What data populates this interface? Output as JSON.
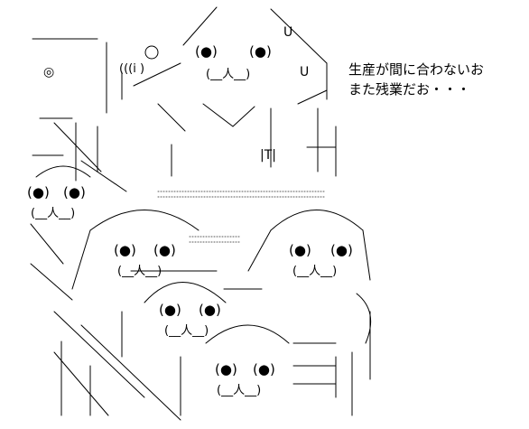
{
  "caption": {
    "line1": "生産が間に合わないお",
    "line2": "また残業だお・・・"
  },
  "art": {
    "eye_text": "(●)",
    "mark_circle": "◎",
    "hair_text": "(((i )",
    "mouth_text": "(__人__)",
    "sign_text": "|T|",
    "u_mark": "U",
    "colors": {
      "ink": "#000000",
      "paper": "#ffffff",
      "dotted": "#555555"
    }
  }
}
